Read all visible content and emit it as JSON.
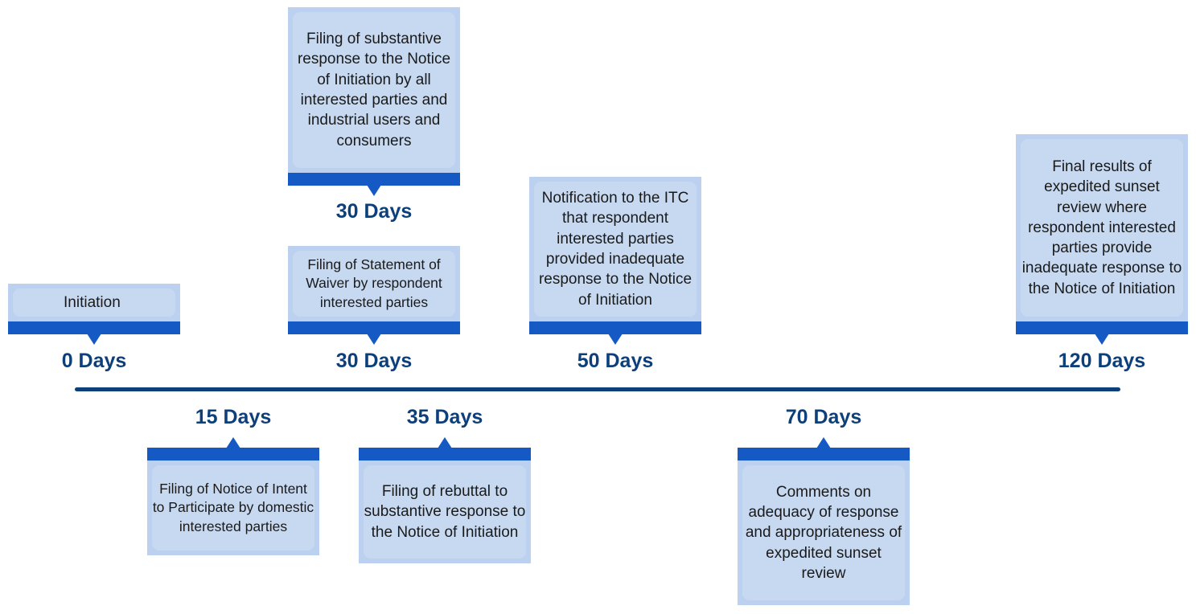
{
  "milestones": [
    {
      "day_label": "0 Days",
      "text": "Initiation"
    },
    {
      "day_label": "30 Days",
      "text": "Filing of Statement of Waiver by respondent interested parties"
    },
    {
      "day_label": "50 Days",
      "text": "Notification to the ITC that respondent interested parties provided inadequate response to the Notice of Initiation"
    },
    {
      "day_label": "120 Days",
      "text": "Final results of expedited sunset review where respondent interested parties provide inadequate response to the Notice of Initiation"
    },
    {
      "day_label": "30 Days",
      "text": "Filing of substantive response to the Notice of Initiation by all interested parties and industrial users and consumers"
    },
    {
      "day_label": "15 Days",
      "text": "Filing of Notice of Intent to Participate by domestic interested parties"
    },
    {
      "day_label": "35 Days",
      "text": "Filing of rebuttal to substantive response to the Notice of Initiation"
    },
    {
      "day_label": "70 Days",
      "text": "Comments on adequacy of response and appropriateness of expedited sunset review"
    }
  ],
  "colors": {
    "axis": "#0d3f7a",
    "bar": "#1459c4",
    "card_outer": "#bcd0ef",
    "card_inner": "#c7d9f1",
    "label": "#0d3f7a"
  }
}
